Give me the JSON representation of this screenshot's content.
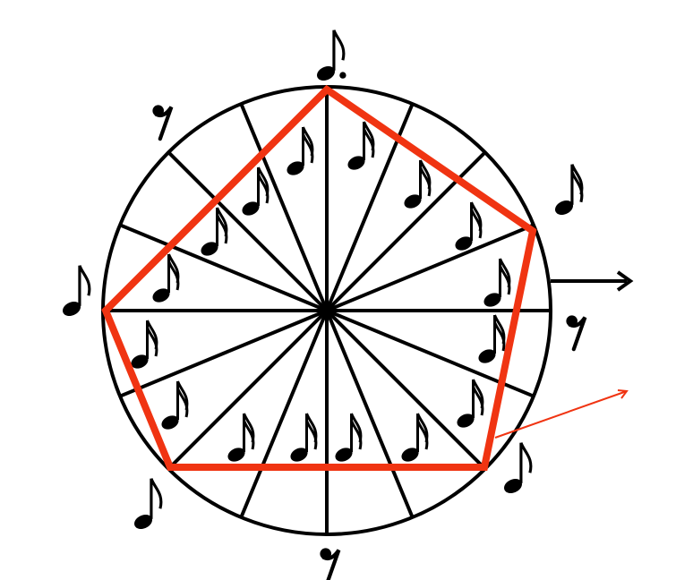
{
  "colors": {
    "line": "#000000",
    "polygon": "#f03412",
    "background": "#ffffff"
  },
  "circle": {
    "spokes": 16
  },
  "polygon": {
    "vertices": 5
  },
  "inner_notes": {
    "symbol": "sixteenth-note-icon",
    "count": 16
  },
  "outer_symbols": [
    {
      "icon": "dotted-eighth-note-icon"
    },
    {
      "icon": "eighth-rest-icon"
    },
    {
      "icon": "sixteenth-note-icon"
    },
    {
      "icon": "eighth-note-icon"
    },
    {
      "icon": "eighth-rest-icon"
    },
    {
      "icon": "eighth-note-icon"
    },
    {
      "icon": "eighth-note-icon"
    },
    {
      "icon": "eighth-rest-icon"
    }
  ],
  "arrows": [
    {
      "icon": "arrow-right-icon",
      "color": "#000000"
    },
    {
      "icon": "arrow-right-icon",
      "color": "#f03412"
    }
  ]
}
